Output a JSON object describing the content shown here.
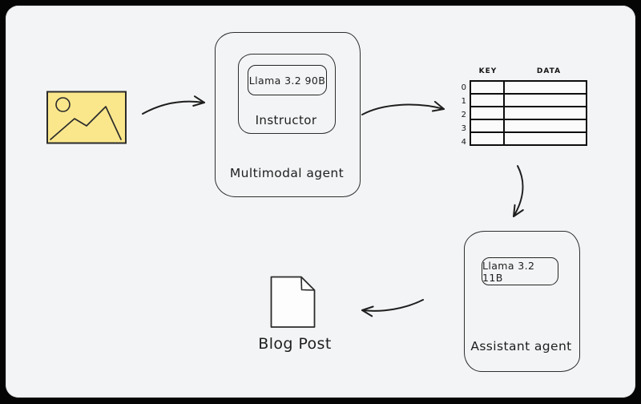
{
  "colors": {
    "page_background": "#050505",
    "canvas_background": "#f3f4f6",
    "stroke": "#1e1e1e",
    "image_fill": "#fae78c",
    "table_border": "#0e0e0e"
  },
  "diagram": {
    "input_image": {
      "description": "picture-icon"
    },
    "multimodal_agent": {
      "label": "Multimodal agent"
    },
    "instructor": {
      "label": "Instructor"
    },
    "instructor_model": {
      "label": "Llama 3.2 90B"
    },
    "kv_table": {
      "columns": [
        "KEY",
        "DATA"
      ],
      "row_labels": [
        "0",
        "1",
        "2",
        "3",
        "4"
      ],
      "rows": [
        [
          "",
          ""
        ],
        [
          "",
          ""
        ],
        [
          "",
          ""
        ],
        [
          "",
          ""
        ],
        [
          "",
          ""
        ]
      ]
    },
    "assistant_agent": {
      "label": "Assistant agent"
    },
    "assistant_model": {
      "label": "Llama 3.2 11B"
    },
    "blog_post": {
      "label": "Blog Post"
    }
  }
}
